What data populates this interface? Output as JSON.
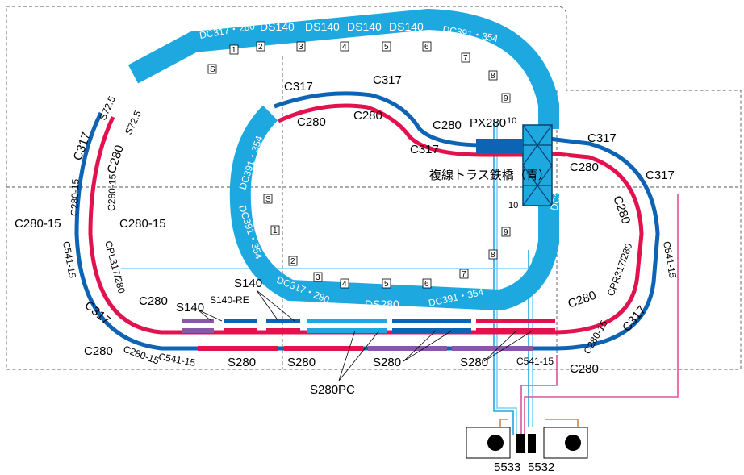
{
  "colors": {
    "blue": "#0d63b4",
    "red": "#e2124f",
    "purple": "#8a56a8",
    "cyan": "#1ea8e0",
    "cyan_light": "#7fd0f0",
    "pink": "#e0509a",
    "wire": "#c88a4a"
  },
  "outer_straights": [
    "DC317・280",
    "DS140",
    "DS140",
    "DS140",
    "DS140",
    "DC391・354",
    "DS280"
  ],
  "outer_labels": {
    "right_upper": "DC317・280",
    "right_lower": "DC317・280",
    "left_upper": "DC391・354",
    "left_lower": "DC391・354",
    "bottom_left": "DC317・280",
    "bottom_mid": "DS280",
    "bottom_right": "DC391・354"
  },
  "pier_numbers": [
    "1",
    "2",
    "3",
    "4",
    "5",
    "6",
    "7",
    "8",
    "9",
    "10"
  ],
  "pier_s": "S",
  "labels": {
    "c317": "C317",
    "c280": "C280",
    "px280": "PX280",
    "bridge": "複線トラス鉄橋（青）",
    "s72_5": "S72.5",
    "c280_15": "C280-15",
    "c541_15": "C541-15",
    "cpl": "CPL317/280",
    "cpr": "CPR317/280",
    "s140": "S140",
    "s140re": "S140-RE",
    "s280": "S280",
    "s280pc": "S280PC",
    "ctrl_left": "5533",
    "ctrl_right": "5532"
  }
}
